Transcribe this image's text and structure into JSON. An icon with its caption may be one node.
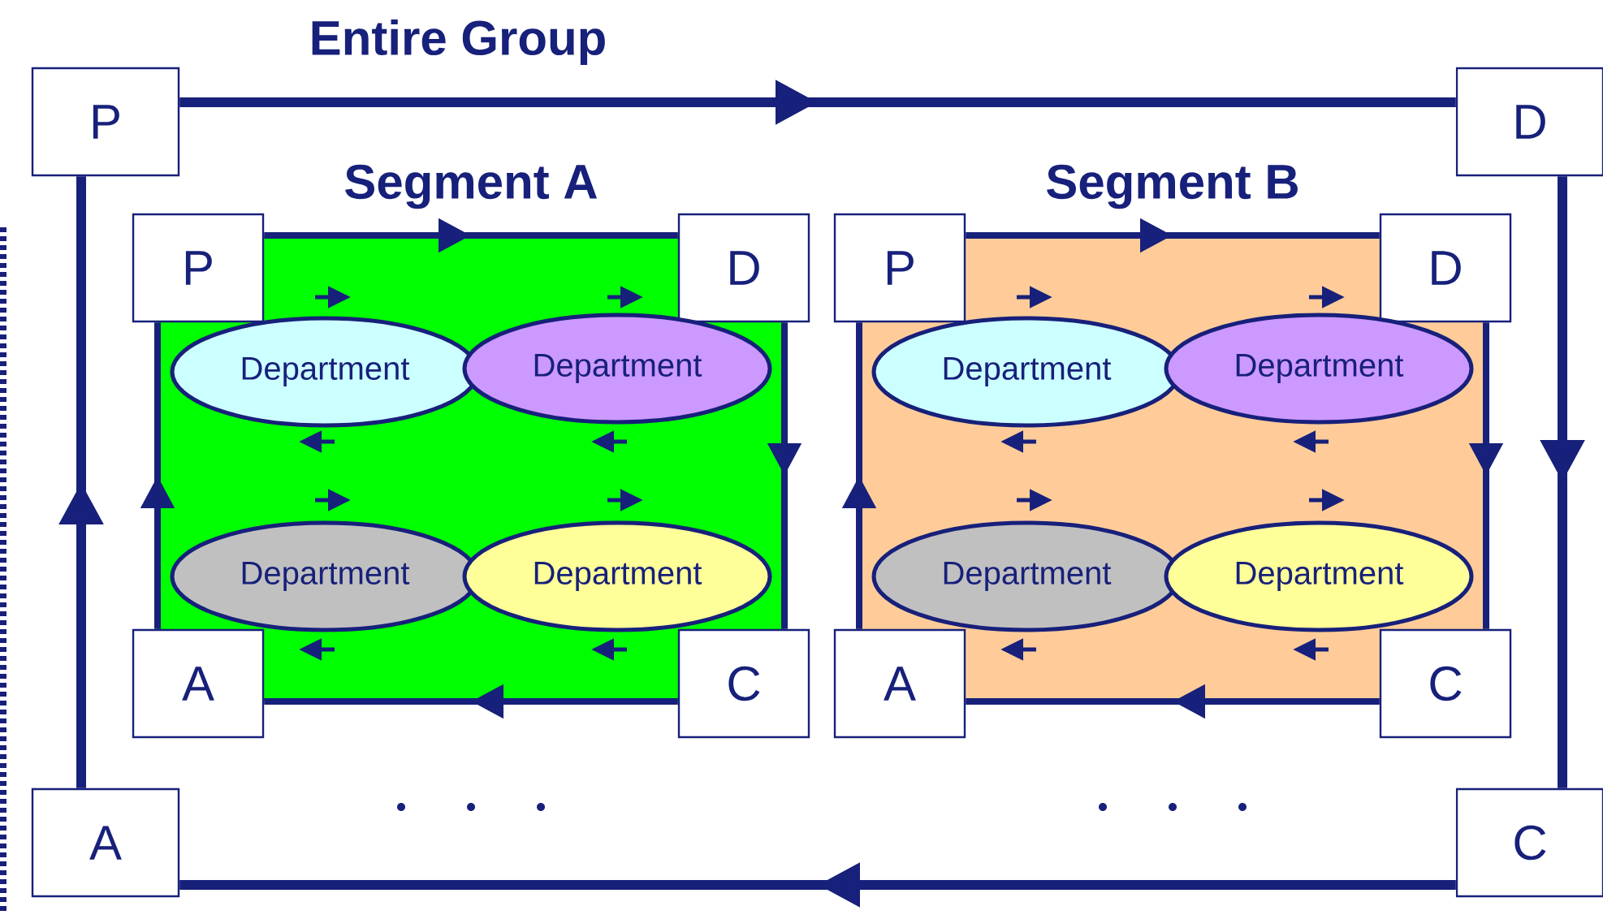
{
  "diagram": {
    "title": "Entire Group",
    "nodes": [
      {
        "text": [
          "P"
        ]
      },
      {
        "text": [
          "D"
        ]
      },
      {
        "text": [
          "C"
        ]
      },
      {
        "text": [
          "A"
        ]
      },
      {
        "text": [
          "Segment A"
        ]
      },
      {
        "text": [
          "P"
        ]
      },
      {
        "text": [
          "D"
        ]
      },
      {
        "text": [
          "C"
        ]
      },
      {
        "text": [
          "A"
        ]
      },
      {
        "text": [
          "Department"
        ],
        "in": 4
      },
      {
        "text": [
          "Department"
        ],
        "in": 4
      },
      {
        "text": [
          "Department"
        ],
        "in": 4
      },
      {
        "text": [
          "Department"
        ],
        "in": 4
      },
      {
        "text": [
          "Segment B"
        ]
      },
      {
        "text": [
          "P"
        ]
      },
      {
        "text": [
          "D"
        ]
      },
      {
        "text": [
          "C"
        ]
      },
      {
        "text": [
          "A"
        ]
      },
      {
        "text": [
          "Department"
        ],
        "in": 13
      },
      {
        "text": [
          "Department"
        ],
        "in": 13
      },
      {
        "text": [
          "Department"
        ],
        "in": 13
      },
      {
        "text": [
          "Department"
        ],
        "in": 13
      }
    ],
    "edges": [
      {
        "from": 0,
        "to": 1,
        "arrow": "to"
      },
      {
        "from": 1,
        "to": 2,
        "arrow": "to"
      },
      {
        "from": 2,
        "to": 3,
        "arrow": "to"
      },
      {
        "from": 3,
        "to": 0,
        "arrow": "to"
      },
      {
        "from": 5,
        "to": 6,
        "arrow": "to"
      },
      {
        "from": 6,
        "to": 7,
        "arrow": "to"
      },
      {
        "from": 7,
        "to": 8,
        "arrow": "to"
      },
      {
        "from": 8,
        "to": 5,
        "arrow": "to"
      },
      {
        "from": 14,
        "to": 15,
        "arrow": "to"
      },
      {
        "from": 15,
        "to": 16,
        "arrow": "to"
      },
      {
        "from": 16,
        "to": 17,
        "arrow": "to"
      },
      {
        "from": 17,
        "to": 14,
        "arrow": "to"
      }
    ]
  }
}
